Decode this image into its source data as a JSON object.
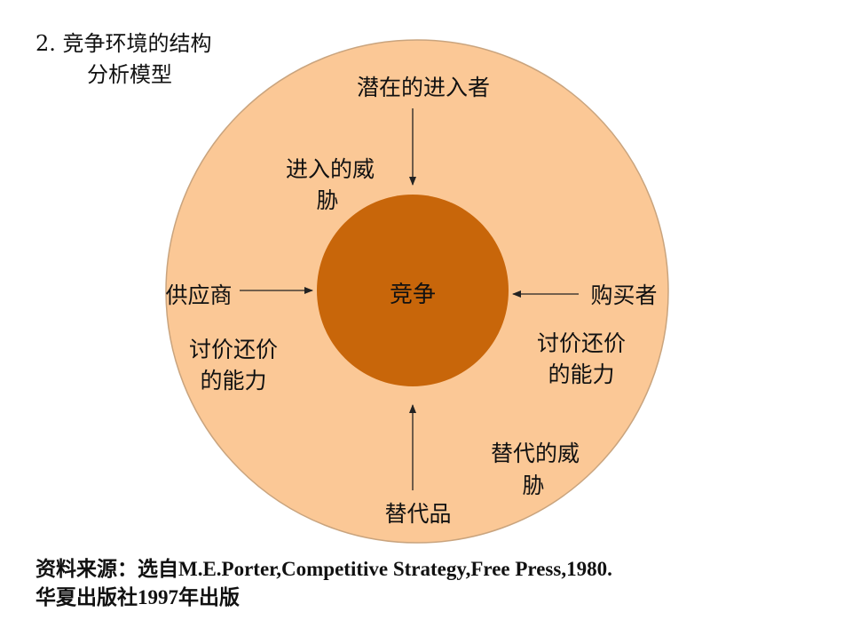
{
  "title": {
    "line1": "2. 竞争环境的结构",
    "line2": "分析模型"
  },
  "center": {
    "label": "竞争"
  },
  "forces": {
    "top": "潜在的进入者",
    "left": "供应商",
    "right": "购买者",
    "bottom": "替代品"
  },
  "threats": {
    "entry": {
      "line1": "进入的威",
      "line2": "胁"
    },
    "supplier_power": {
      "line1": "讨价还价",
      "line2": "的能力"
    },
    "buyer_power": {
      "line1": "讨价还价",
      "line2": "的能力"
    },
    "substitute": {
      "line1": "替代的威",
      "line2": "胁"
    }
  },
  "source": {
    "line1": "资料来源：选自M.E.Porter,Competitive Strategy,Free Press,1980.",
    "line2": "华夏出版社1997年出版"
  },
  "colors": {
    "outer_circle": "#fbc896",
    "outer_stroke": "#c9a47e",
    "inner_circle": "#c8660a",
    "arrow": "#222222"
  }
}
